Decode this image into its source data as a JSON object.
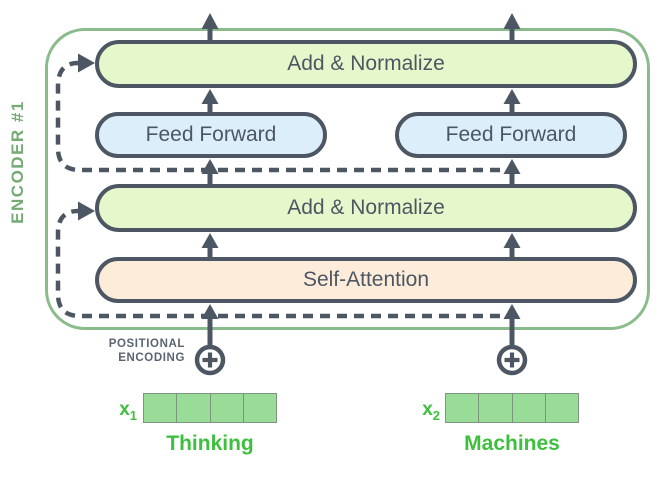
{
  "diagram": {
    "encoder_label": "ENCODER #1",
    "layers": {
      "add_normalize_top": "Add & Normalize",
      "feed_forward_left": "Feed Forward",
      "feed_forward_right": "Feed Forward",
      "add_normalize_mid": "Add & Normalize",
      "self_attention": "Self-Attention"
    },
    "positional_encoding": {
      "line1": "POSITIONAL",
      "line2": "ENCODING"
    },
    "inputs": [
      {
        "symbol": "x",
        "subscript": "1",
        "word": "Thinking",
        "cells": 4
      },
      {
        "symbol": "x",
        "subscript": "2",
        "word": "Machines",
        "cells": 4
      }
    ],
    "colors": {
      "encoder_border": "#8abb8a",
      "encoder_label": "#74aa74",
      "box_border": "#4d5763",
      "add_normalize_fill": "#e6f7cb",
      "feed_forward_fill": "#ddeefb",
      "self_attention_fill": "#fdecd9",
      "line": "#4d5763",
      "cell_fill": "#98dc98",
      "cell_border": "#7f947f",
      "word_green": "#3ec03e",
      "pos_text": "#5a6472"
    }
  }
}
